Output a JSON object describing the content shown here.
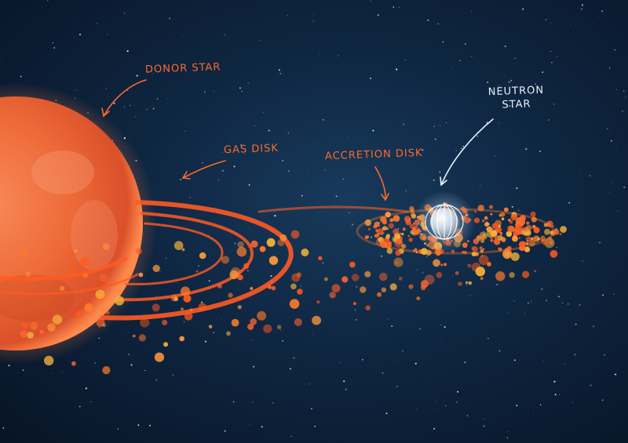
{
  "labels": {
    "donor_star": "DONOR STAR",
    "gas_disk": "GAS DISK",
    "accretion_disk": "ACCRETION DISK",
    "neutron_star_line1": "NEUTRON",
    "neutron_star_line2": "STAR"
  },
  "colors": {
    "label_orange": "#ff6a2a",
    "label_white": "#e8f1fb",
    "star_orange": "#f26a36",
    "sky": "#0f2743"
  }
}
